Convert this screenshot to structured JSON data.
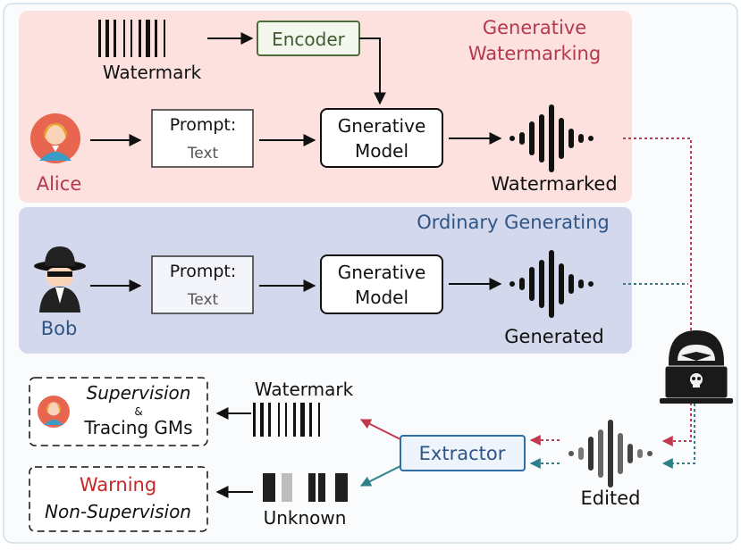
{
  "panels": {
    "generative": {
      "title_line1": "Generative",
      "title_line2": "Watermarking",
      "bg": "#fde1de",
      "title_color": "#b5384f"
    },
    "ordinary": {
      "title": "Ordinary Generating",
      "bg": "#d3d8ec",
      "title_color": "#2e5586"
    }
  },
  "top": {
    "watermark_label": "Watermark",
    "encoder_label": "Encoder",
    "user_label": "Alice",
    "prompt_line1": "Prompt:",
    "prompt_line2": "Text",
    "model_line1": "Gnerative",
    "model_line2": "Model",
    "output_label": "Watermarked"
  },
  "middle": {
    "user_label": "Bob",
    "prompt_line1": "Prompt:",
    "prompt_line2": "Text",
    "model_line1": "Gnerative",
    "model_line2": "Model",
    "output_label": "Generated"
  },
  "bottom": {
    "extractor_label": "Extractor",
    "edited_label": "Edited",
    "watermark_label": "Watermark",
    "unknown_label": "Unknown",
    "supervision_label": "Supervision",
    "and_label": "&",
    "tracing_label": "Tracing GMs",
    "warning_label": "Warning",
    "non_supervision_label": "Non-Supervision"
  },
  "icons": {
    "alice": "alice-avatar-icon",
    "bob": "bob-spy-icon",
    "attacker": "hacker-laptop-icon",
    "skull": "skull-icon",
    "barcode": "barcode-icon",
    "waveform": "audio-waveform-icon"
  },
  "colors": {
    "red_path": "#c1394f",
    "teal_path": "#2d7f8b",
    "encoder_border": "#4e6b3a",
    "extractor_border": "#2e6fa8",
    "extractor_text": "#2e5586",
    "warning": "#c62828",
    "alice_name": "#b5384f",
    "bob_name": "#2e5586"
  }
}
